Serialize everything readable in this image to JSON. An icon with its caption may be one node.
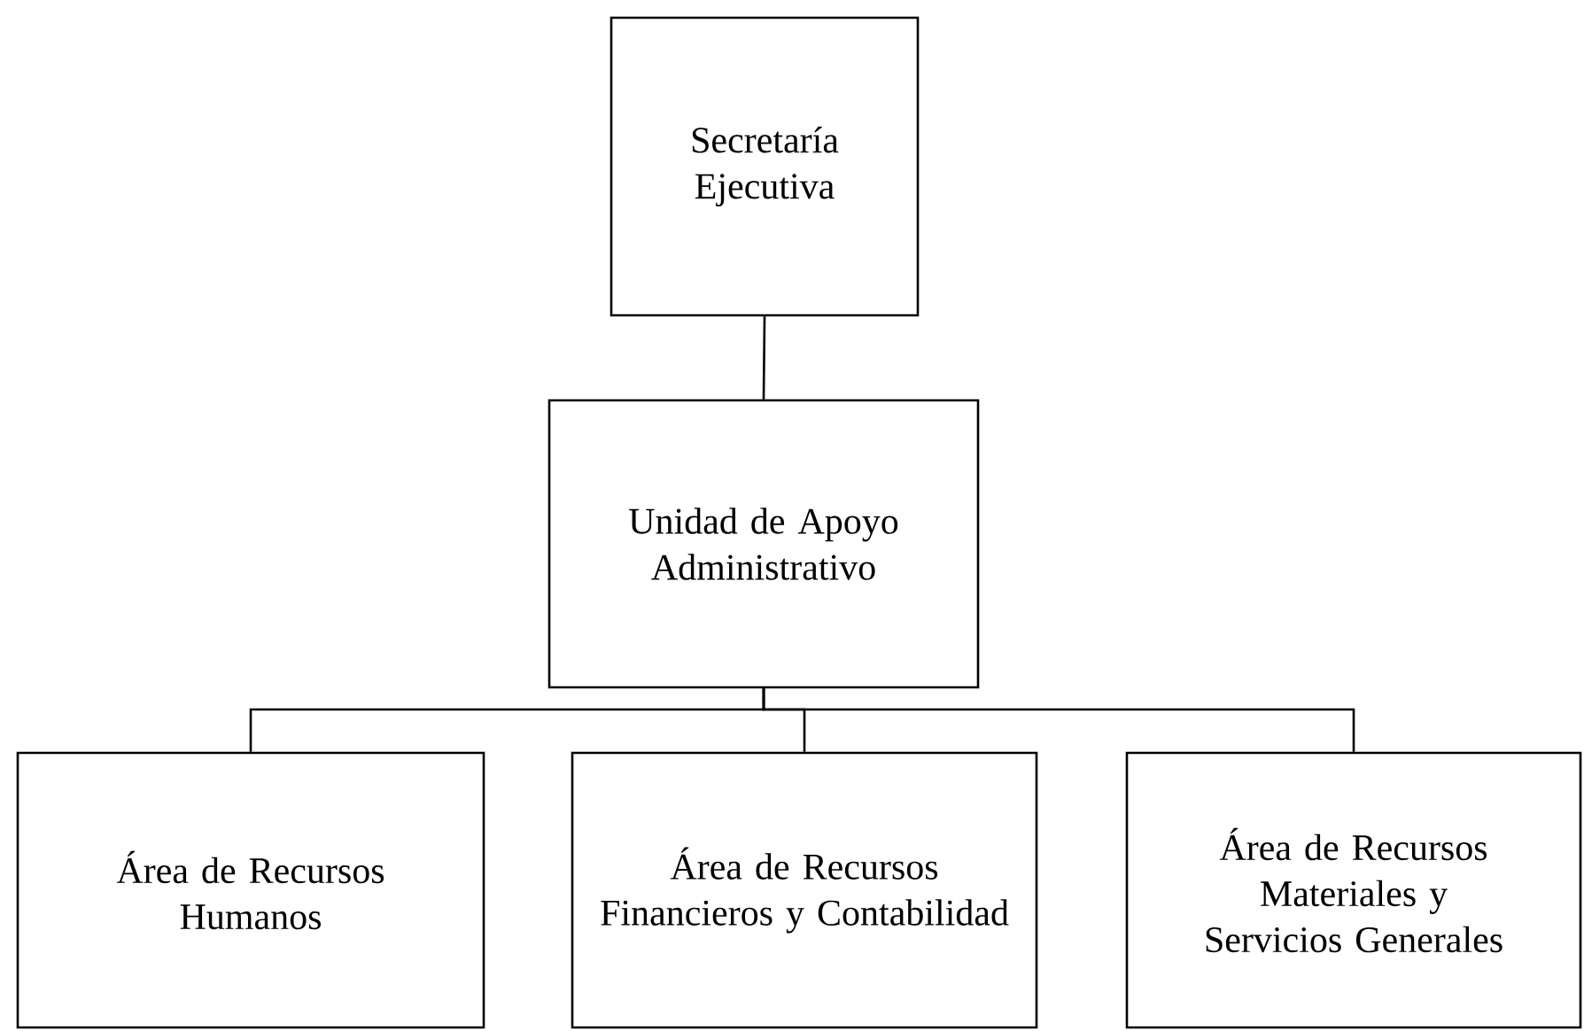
{
  "diagram": {
    "nodes": [
      {
        "text": [
          "Secretaría Ejecutiva"
        ]
      },
      {
        "text": [
          "Unidad de Apoyo Administrativo"
        ]
      },
      {
        "text": [
          "Área de Recursos Humanos"
        ]
      },
      {
        "text": [
          "Área de Recursos Financieros y Contabilidad"
        ]
      },
      {
        "text": [
          "Área de Recursos Materiales y Servicios Generales"
        ]
      }
    ],
    "edges": [
      {
        "from": 0,
        "to": 1,
        "arrow": "none"
      },
      {
        "from": 1,
        "to": 2,
        "arrow": "none"
      },
      {
        "from": 1,
        "to": 3,
        "arrow": "none"
      },
      {
        "from": 1,
        "to": 4,
        "arrow": "none"
      }
    ]
  }
}
